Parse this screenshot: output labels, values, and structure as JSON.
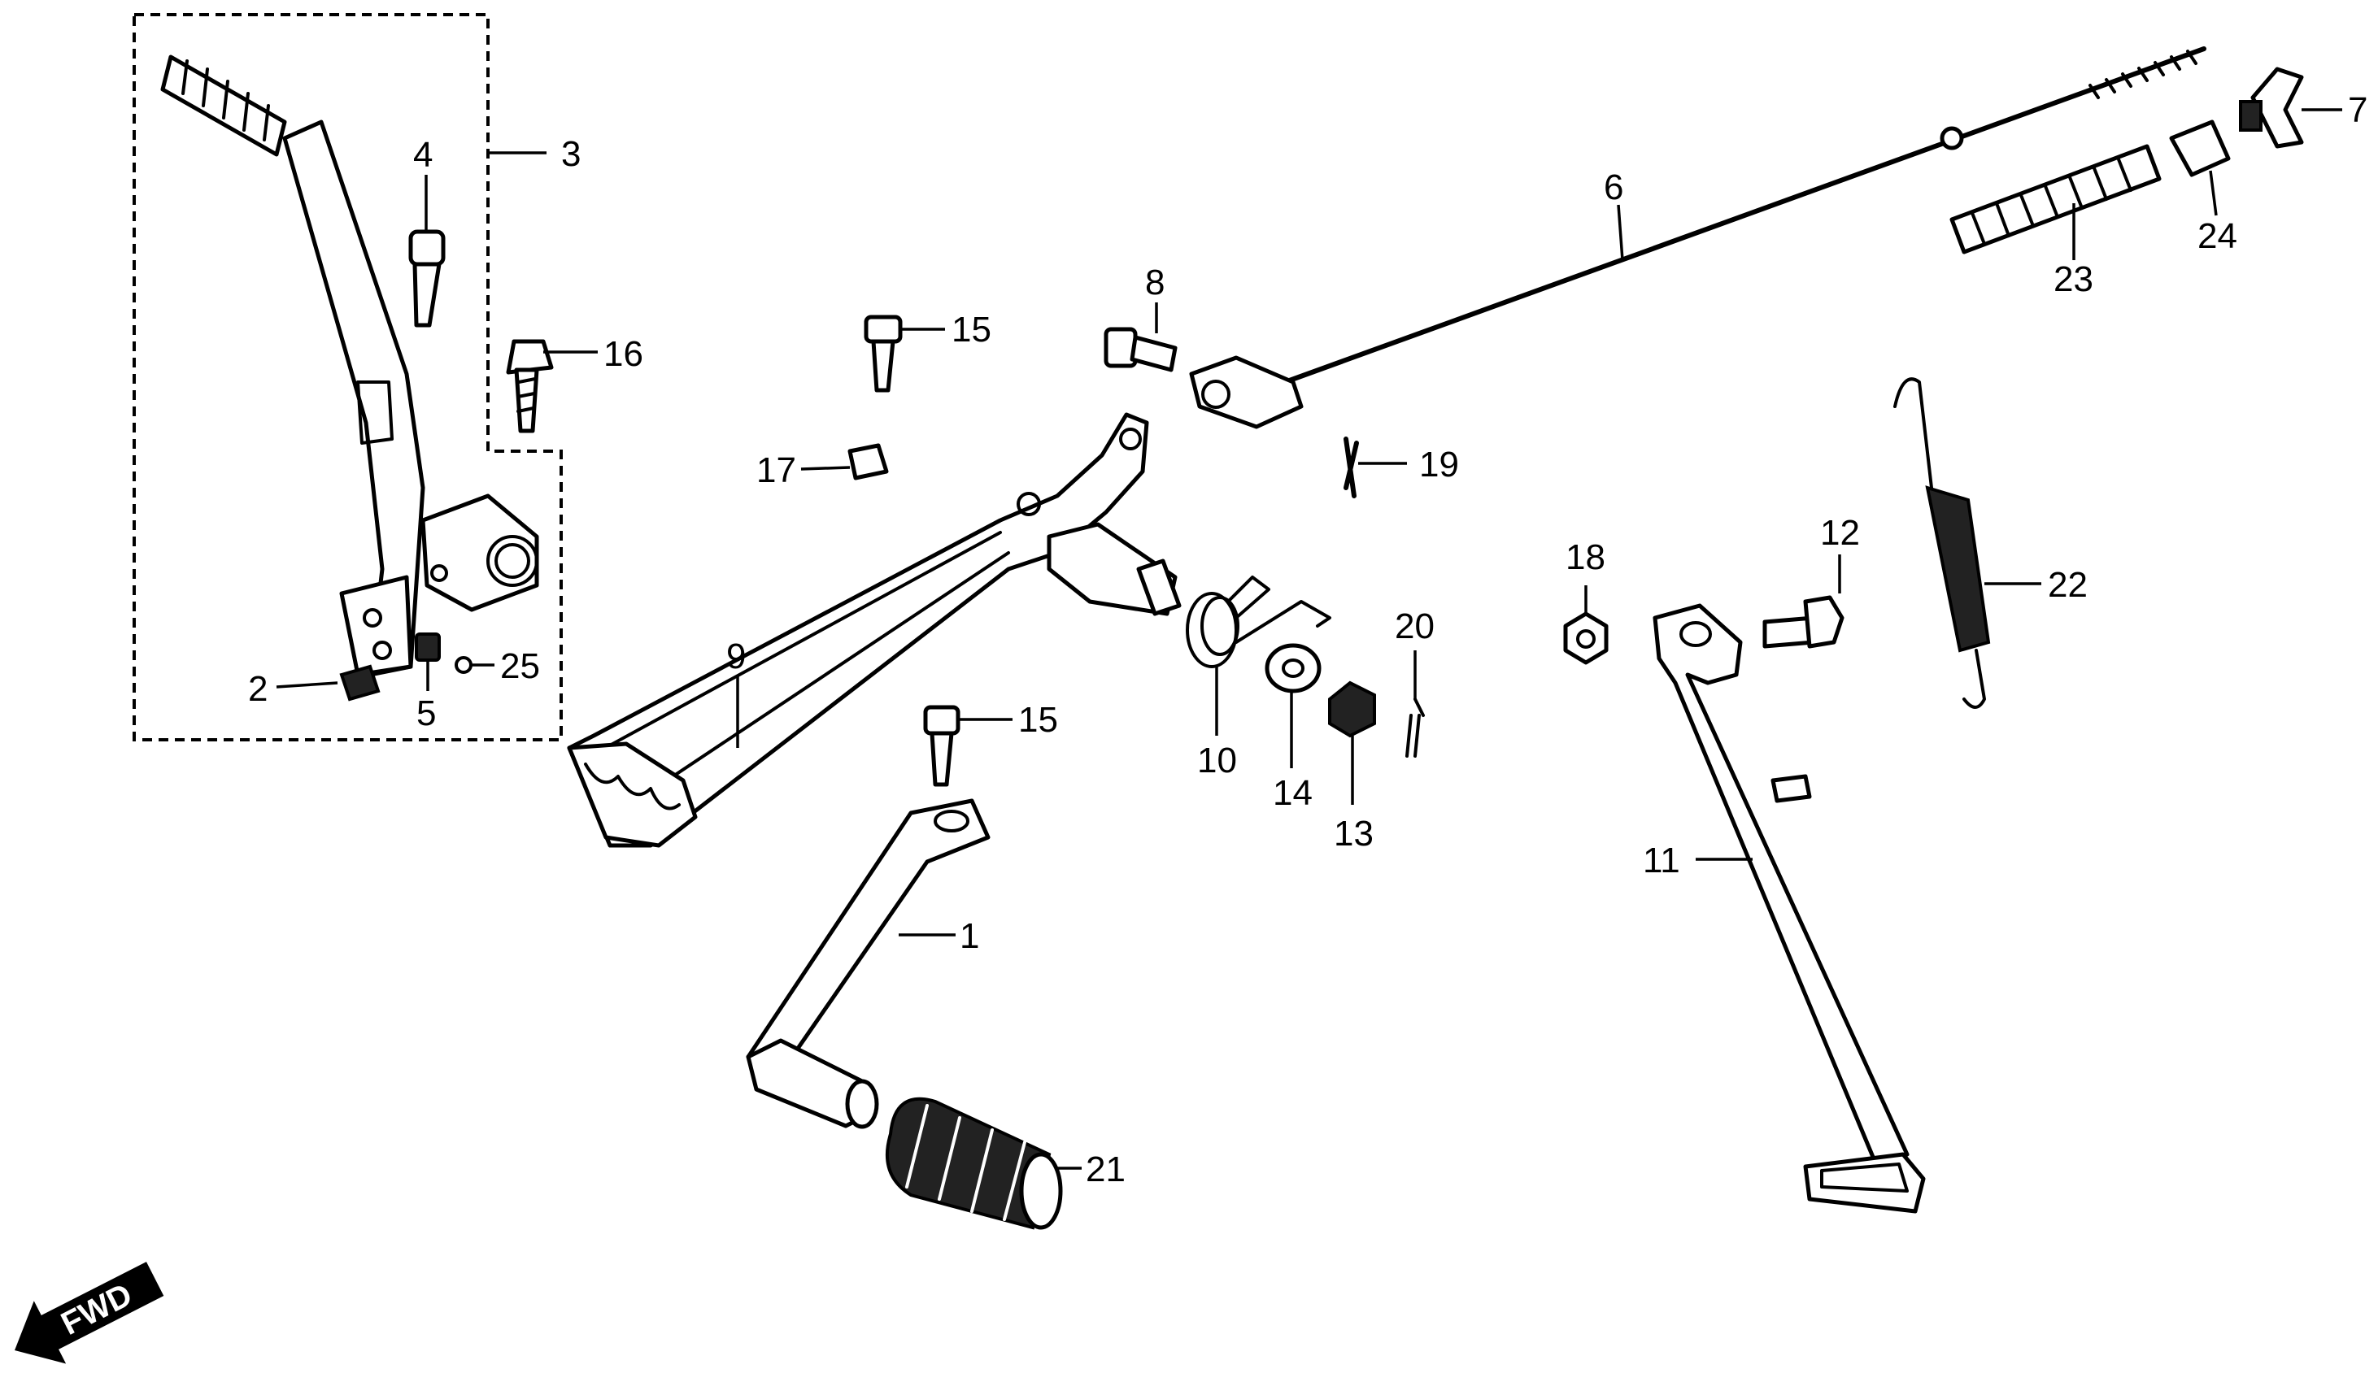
{
  "diagram": {
    "callouts": [
      {
        "id": "c1",
        "text": "1"
      },
      {
        "id": "c2",
        "text": "2"
      },
      {
        "id": "c3",
        "text": "3"
      },
      {
        "id": "c4",
        "text": "4"
      },
      {
        "id": "c5",
        "text": "5"
      },
      {
        "id": "c6",
        "text": "6"
      },
      {
        "id": "c7",
        "text": "7"
      },
      {
        "id": "c8",
        "text": "8"
      },
      {
        "id": "c9",
        "text": "9"
      },
      {
        "id": "c10",
        "text": "10"
      },
      {
        "id": "c11",
        "text": "11"
      },
      {
        "id": "c12",
        "text": "12"
      },
      {
        "id": "c13",
        "text": "13"
      },
      {
        "id": "c14",
        "text": "14"
      },
      {
        "id": "c15a",
        "text": "15"
      },
      {
        "id": "c15b",
        "text": "15"
      },
      {
        "id": "c16",
        "text": "16"
      },
      {
        "id": "c17",
        "text": "17"
      },
      {
        "id": "c18",
        "text": "18"
      },
      {
        "id": "c19",
        "text": "19"
      },
      {
        "id": "c20",
        "text": "20"
      },
      {
        "id": "c21",
        "text": "21"
      },
      {
        "id": "c22",
        "text": "22"
      },
      {
        "id": "c23",
        "text": "23"
      },
      {
        "id": "c24",
        "text": "24"
      },
      {
        "id": "c25",
        "text": "25"
      }
    ],
    "direction_label": "FWD",
    "colors": {
      "ink": "#000000",
      "background": "#ffffff"
    }
  }
}
